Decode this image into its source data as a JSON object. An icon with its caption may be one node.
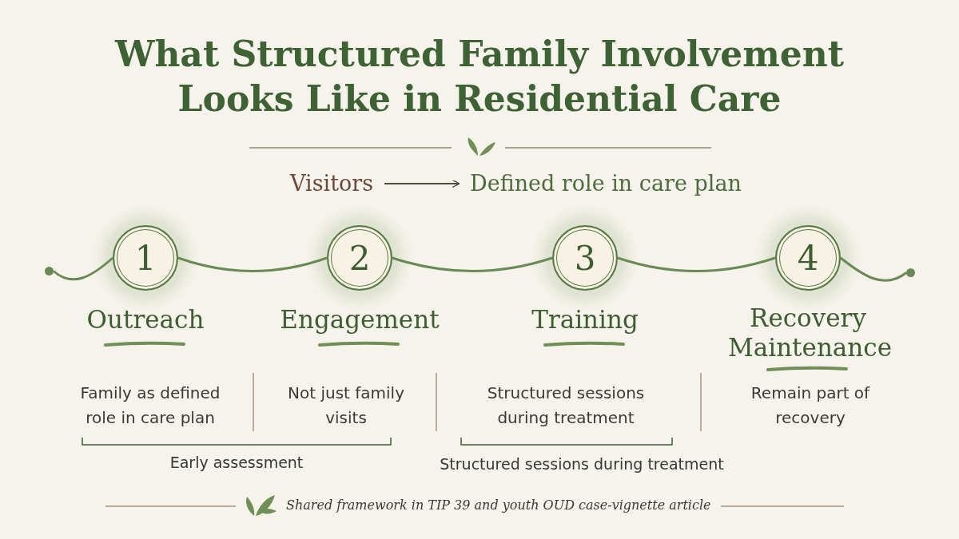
{
  "diagram": {
    "title": "What Structured Family Involvement Looks Like in Residential Care",
    "caption": "Shared framework in TIP 39 and youth OUD case-vignette article",
    "nodes": [
      {
        "text": [
          "Visitors"
        ]
      },
      {
        "text": [
          "Defined role in care plan"
        ]
      },
      {
        "text": [],
        "shape": "circle"
      },
      {
        "text": [
          "1"
        ],
        "beside": [
          "Outreach",
          "Family as defined role in care plan"
        ]
      },
      {
        "text": [
          "2"
        ],
        "beside": [
          "Engagement",
          "Not just family visits"
        ]
      },
      {
        "text": [
          "3"
        ],
        "beside": [
          "Training",
          "Structured sessions during treatment"
        ]
      },
      {
        "text": [
          "4"
        ],
        "beside": [
          "Recovery Maintenance",
          "Remain part of recovery"
        ]
      },
      {
        "text": [],
        "shape": "circle"
      }
    ],
    "edges": [
      {
        "from": 0,
        "to": 1,
        "arrow": "to"
      },
      {
        "from": 2,
        "to": 3,
        "arrow": "none"
      },
      {
        "from": 3,
        "to": 4,
        "arrow": "none"
      },
      {
        "from": 4,
        "to": 5,
        "arrow": "none"
      },
      {
        "from": 5,
        "to": 6,
        "arrow": "none"
      },
      {
        "from": 6,
        "to": 7,
        "arrow": "none"
      }
    ],
    "labels": [
      "Early assessment",
      "Structured sessions during treatment"
    ]
  }
}
